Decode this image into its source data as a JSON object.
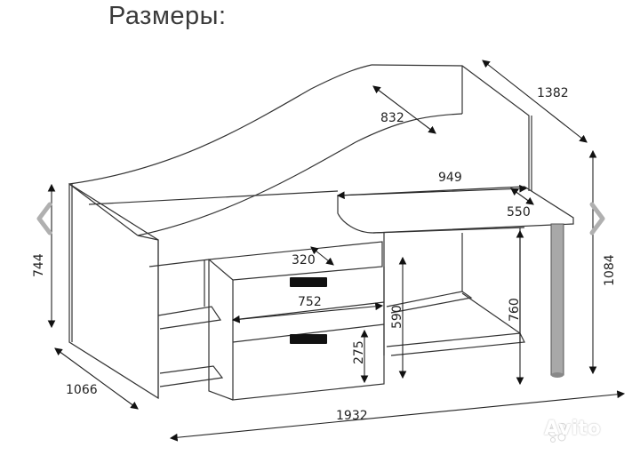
{
  "title": "Размеры:",
  "dimensions": {
    "total_length": "1932",
    "depth": "1066",
    "bed_height": "744",
    "total_height": "1084",
    "bed_length": "1382",
    "bed_width": "832",
    "desk_length": "949",
    "desk_depth": "550",
    "desk_height": "760",
    "drawer_depth": "320",
    "drawer_width": "752",
    "drawer_height": "275",
    "shelf_height": "590"
  },
  "watermark": "Avito",
  "colors": {
    "line": "#333333",
    "leg": "#9a9a9a",
    "nav_arrow": "#b0b0b0"
  }
}
